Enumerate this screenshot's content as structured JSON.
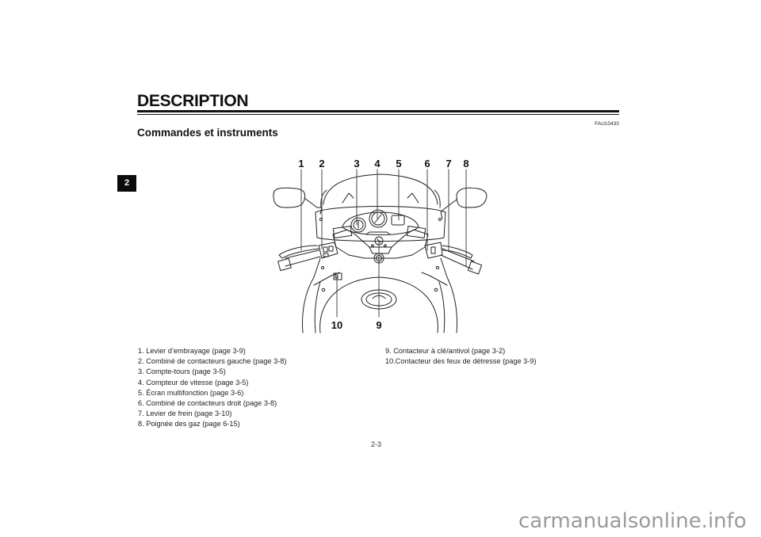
{
  "header": {
    "title": "DESCRIPTION",
    "section_code": "FAU10430",
    "subtitle": "Commandes et instruments"
  },
  "chapter_tab": "2",
  "diagram": {
    "description": "Motorcycle handlebar and instrument panel line drawing (rider's view)",
    "top_labels": [
      "1",
      "2",
      "3",
      "4",
      "5",
      "6",
      "7",
      "8"
    ],
    "bottom_labels": [
      "10",
      "9"
    ]
  },
  "legend": {
    "left": [
      "1. Levier d’embrayage (page 3-9)",
      "2. Combiné de contacteurs gauche (page 3-8)",
      "3. Compte-tours (page 3-5)",
      "4. Compteur de vitesse (page 3-5)",
      "5. Écran multifonction (page 3-6)",
      "6. Combiné de contacteurs droit (page 3-8)",
      "7. Levier de frein (page 3-10)",
      "8. Poignée des gaz (page 6-15)"
    ],
    "right": [
      "9. Contacteur à clé/antivol (page 3-2)",
      "10.Contacteur des feux de détresse (page 3-9)"
    ]
  },
  "footer": {
    "page_number": "2-3",
    "watermark": "carmanualsonline.info"
  },
  "colors": {
    "text": "#111111",
    "tab_bg": "#0b0b0b",
    "watermark": "#9a9a9a"
  }
}
